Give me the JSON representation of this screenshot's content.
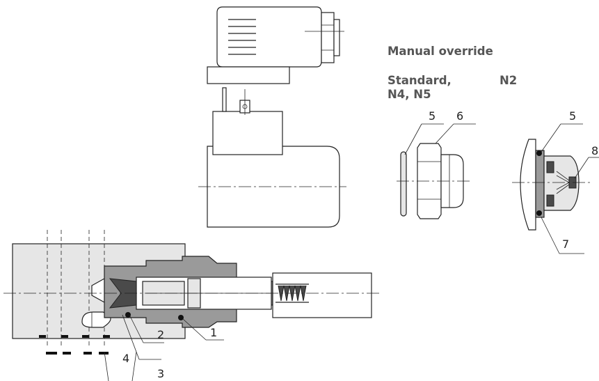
{
  "headings": {
    "manual_override": "Manual override",
    "standard": "Standard,",
    "standard_variants": "N4, N5",
    "n2": "N2"
  },
  "callouts": {
    "c1": "1",
    "c2": "2",
    "c3": "3",
    "c4": "4",
    "c5_left": "5",
    "c6": "6",
    "c5_right": "5",
    "c7": "7",
    "c8": "8"
  },
  "colors": {
    "light_fill": "#e6e6e6",
    "mid_fill": "#9a9a9a",
    "dark_fill": "#4a4a4a",
    "heading_text": "#555555"
  }
}
